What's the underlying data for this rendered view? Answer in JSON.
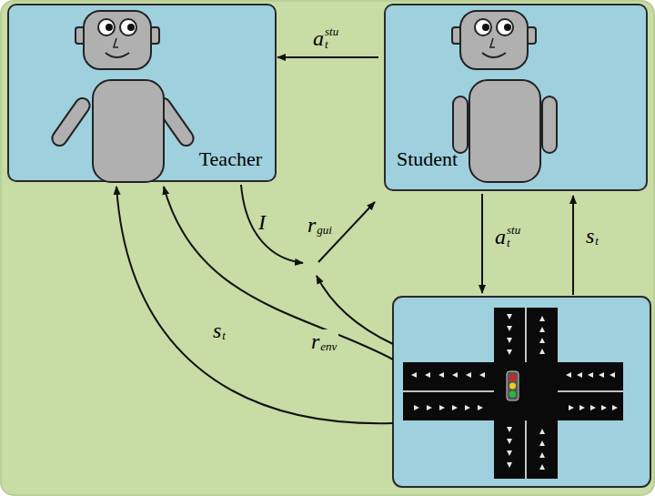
{
  "diagram": {
    "nodes": [
      {
        "text": [
          "Teacher"
        ]
      },
      {
        "text": [
          "Student"
        ]
      }
    ],
    "edges": [
      {
        "from": 1,
        "to": 0,
        "arrow": "to"
      }
    ],
    "labels": [
      "a",
      "t",
      "stu",
      "I",
      "r",
      "gui",
      "r",
      "env",
      "s",
      "t",
      "a",
      "t",
      "stu",
      "s",
      "t"
    ]
  }
}
